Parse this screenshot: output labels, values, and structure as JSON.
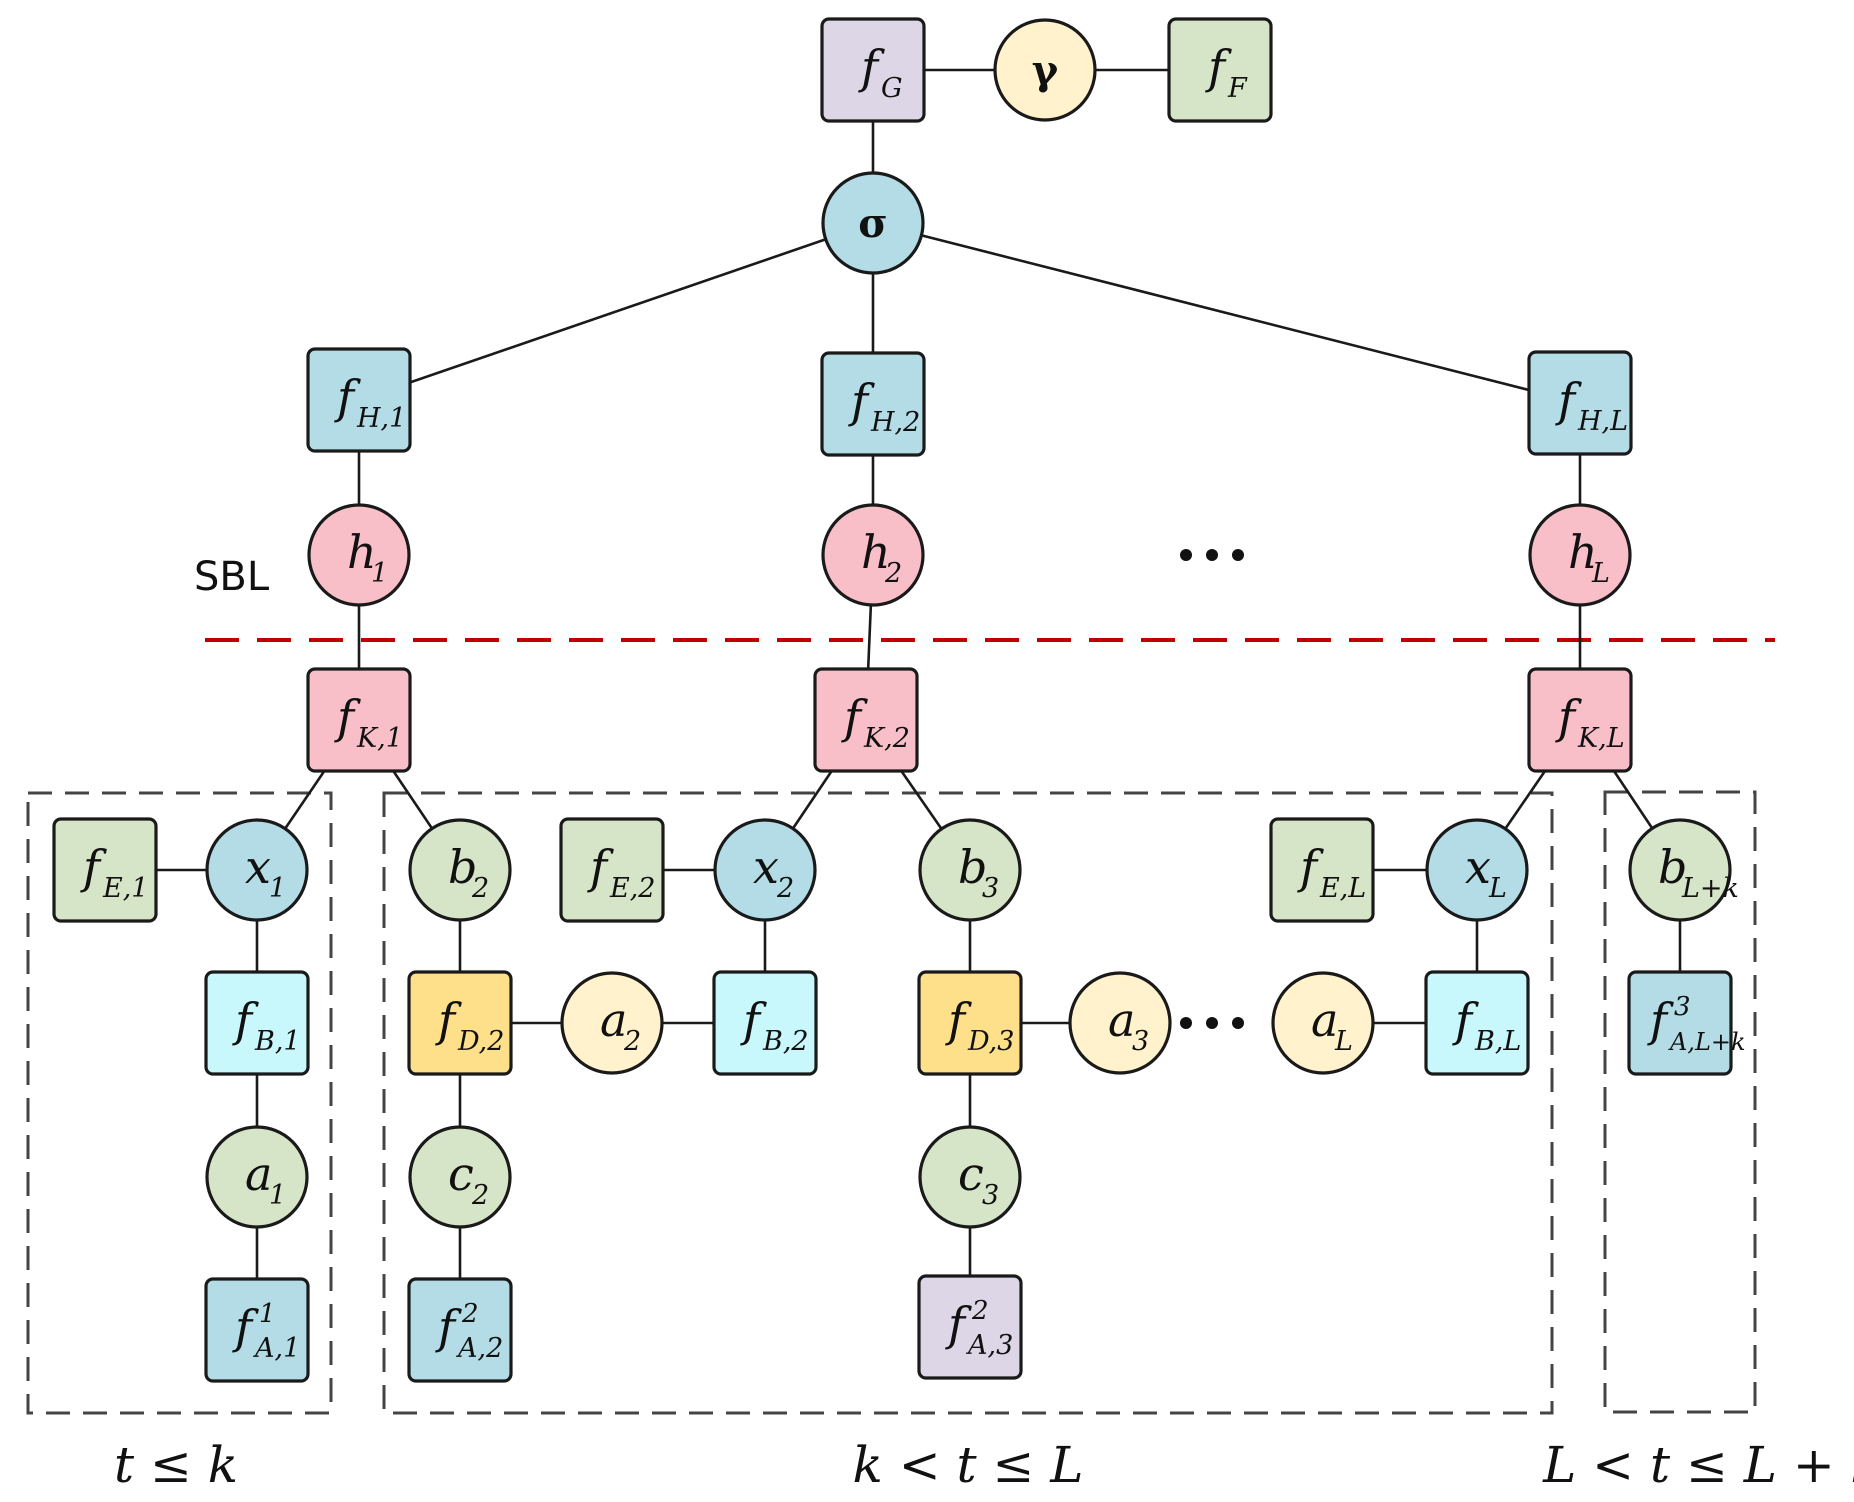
{
  "colors": {
    "purple": "#DCD6E6",
    "cream": "#FFF2CC",
    "green": "#D6E4C7",
    "blue": "#B3DCE6",
    "pink": "#F8BFC8",
    "cyan": "#C8F8FC",
    "orange": "#FFE08A",
    "edge": "#1a1a1a",
    "separator": "#C00000",
    "group_border": "#444444"
  },
  "label_sbl": "SBL",
  "nodes": [
    {
      "id": "fG",
      "shape": "square",
      "color": "purple",
      "base": "f",
      "sub": "G"
    },
    {
      "id": "gamma",
      "shape": "circle",
      "color": "cream",
      "base": "γ",
      "bold": true
    },
    {
      "id": "fF",
      "shape": "square",
      "color": "green",
      "base": "f",
      "sub": "F"
    },
    {
      "id": "sigma",
      "shape": "circle",
      "color": "blue",
      "base": "σ",
      "bold": true
    },
    {
      "id": "fH1",
      "shape": "square",
      "color": "blue",
      "base": "f",
      "sub": "H,1"
    },
    {
      "id": "fH2",
      "shape": "square",
      "color": "blue",
      "base": "f",
      "sub": "H,2"
    },
    {
      "id": "fHL",
      "shape": "square",
      "color": "blue",
      "base": "f",
      "sub": "H,L"
    },
    {
      "id": "h1",
      "shape": "circle",
      "color": "pink",
      "base": "h",
      "sub": "1"
    },
    {
      "id": "h2",
      "shape": "circle",
      "color": "pink",
      "base": "h",
      "sub": "2"
    },
    {
      "id": "hL",
      "shape": "circle",
      "color": "pink",
      "base": "h",
      "sub": "L"
    },
    {
      "id": "fK1",
      "shape": "square",
      "color": "pink",
      "base": "f",
      "sub": "K,1"
    },
    {
      "id": "fK2",
      "shape": "square",
      "color": "pink",
      "base": "f",
      "sub": "K,2"
    },
    {
      "id": "fKL",
      "shape": "square",
      "color": "pink",
      "base": "f",
      "sub": "K,L"
    },
    {
      "id": "fE1",
      "shape": "square",
      "color": "green",
      "base": "f",
      "sub": "E,1"
    },
    {
      "id": "x1",
      "shape": "circle",
      "color": "blue",
      "base": "x",
      "sub": "1"
    },
    {
      "id": "fB1",
      "shape": "square",
      "color": "cyan",
      "base": "f",
      "sub": "B,1"
    },
    {
      "id": "a1",
      "shape": "circle",
      "color": "green",
      "base": "a",
      "sub": "1"
    },
    {
      "id": "fA11",
      "shape": "square",
      "color": "blue",
      "base": "f",
      "sub": "A,1",
      "sup": "1"
    },
    {
      "id": "b2",
      "shape": "circle",
      "color": "green",
      "base": "b",
      "sub": "2"
    },
    {
      "id": "fD2",
      "shape": "square",
      "color": "orange",
      "base": "f",
      "sub": "D,2"
    },
    {
      "id": "a2",
      "shape": "circle",
      "color": "cream",
      "base": "a",
      "sub": "2"
    },
    {
      "id": "c2",
      "shape": "circle",
      "color": "green",
      "base": "c",
      "sub": "2"
    },
    {
      "id": "fA22",
      "shape": "square",
      "color": "blue",
      "base": "f",
      "sub": "A,2",
      "sup": "2"
    },
    {
      "id": "fE2",
      "shape": "square",
      "color": "green",
      "base": "f",
      "sub": "E,2"
    },
    {
      "id": "x2",
      "shape": "circle",
      "color": "blue",
      "base": "x",
      "sub": "2"
    },
    {
      "id": "fB2",
      "shape": "square",
      "color": "cyan",
      "base": "f",
      "sub": "B,2"
    },
    {
      "id": "b3",
      "shape": "circle",
      "color": "green",
      "base": "b",
      "sub": "3"
    },
    {
      "id": "fD3",
      "shape": "square",
      "color": "orange",
      "base": "f",
      "sub": "D,3"
    },
    {
      "id": "a3",
      "shape": "circle",
      "color": "cream",
      "base": "a",
      "sub": "3"
    },
    {
      "id": "c3",
      "shape": "circle",
      "color": "green",
      "base": "c",
      "sub": "3"
    },
    {
      "id": "fA32",
      "shape": "square",
      "color": "purple",
      "base": "f",
      "sub": "A,3",
      "sup": "2"
    },
    {
      "id": "aL",
      "shape": "circle",
      "color": "cream",
      "base": "a",
      "sub": "L"
    },
    {
      "id": "fBL",
      "shape": "square",
      "color": "cyan",
      "base": "f",
      "sub": "B,L"
    },
    {
      "id": "fEL",
      "shape": "square",
      "color": "green",
      "base": "f",
      "sub": "E,L"
    },
    {
      "id": "xL",
      "shape": "circle",
      "color": "blue",
      "base": "x",
      "sub": "L"
    },
    {
      "id": "bLk",
      "shape": "circle",
      "color": "green",
      "base": "b",
      "sub": "L+k"
    },
    {
      "id": "fA3Lk",
      "shape": "square",
      "color": "blue",
      "base": "f",
      "sub": "A,L+k",
      "sup": "3"
    }
  ],
  "edges": [
    [
      "fG",
      "gamma"
    ],
    [
      "gamma",
      "fF"
    ],
    [
      "fG",
      "sigma"
    ],
    [
      "sigma",
      "fH1"
    ],
    [
      "sigma",
      "fH2"
    ],
    [
      "sigma",
      "fHL"
    ],
    [
      "fH1",
      "h1"
    ],
    [
      "fH2",
      "h2"
    ],
    [
      "fHL",
      "hL"
    ],
    [
      "h1",
      "fK1"
    ],
    [
      "h2",
      "fK2"
    ],
    [
      "hL",
      "fKL"
    ],
    [
      "fK1",
      "x1"
    ],
    [
      "fK1",
      "b2"
    ],
    [
      "fK2",
      "x2"
    ],
    [
      "fK2",
      "b3"
    ],
    [
      "fKL",
      "xL"
    ],
    [
      "fKL",
      "bLk"
    ],
    [
      "fE1",
      "x1"
    ],
    [
      "x1",
      "fB1"
    ],
    [
      "fB1",
      "a1"
    ],
    [
      "a1",
      "fA11"
    ],
    [
      "b2",
      "fD2"
    ],
    [
      "fD2",
      "a2"
    ],
    [
      "a2",
      "fB2"
    ],
    [
      "fD2",
      "c2"
    ],
    [
      "c2",
      "fA22"
    ],
    [
      "fE2",
      "x2"
    ],
    [
      "x2",
      "fB2"
    ],
    [
      "b3",
      "fD3"
    ],
    [
      "fD3",
      "a3"
    ],
    [
      "fD3",
      "c3"
    ],
    [
      "c3",
      "fA32"
    ],
    [
      "aL",
      "fBL"
    ],
    [
      "fEL",
      "xL"
    ],
    [
      "xL",
      "fBL"
    ],
    [
      "bLk",
      "fA3Lk"
    ]
  ],
  "ellipses": [
    "ellipsis-top",
    "ellipsis-bottom"
  ],
  "groups": [
    {
      "id": "group-t-le-k",
      "caption": "t ≤ k"
    },
    {
      "id": "group-k-lt-t-le-L",
      "caption": "k < t ≤ L"
    },
    {
      "id": "group-L-lt-t-le-Lk",
      "caption": "L < t ≤ L + k"
    }
  ]
}
